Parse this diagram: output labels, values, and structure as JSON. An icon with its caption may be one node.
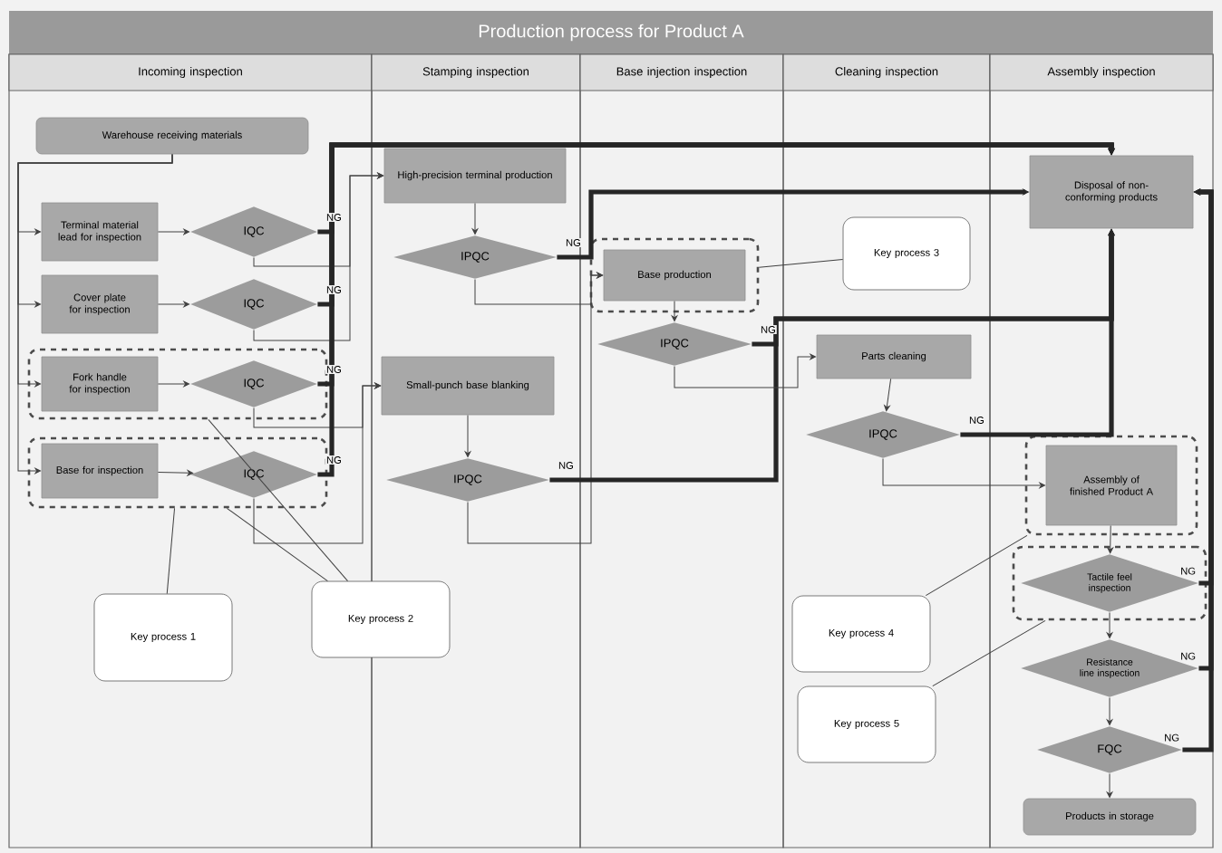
{
  "diagram": {
    "title": "Production process for Product A",
    "nodes": [
      {
        "text": [
          "Incoming inspection"
        ]
      },
      {
        "text": [
          "Stamping inspection"
        ]
      },
      {
        "text": [
          "Base injection inspection"
        ]
      },
      {
        "text": [
          "Cleaning inspection"
        ]
      },
      {
        "text": [
          "Assembly inspection"
        ]
      },
      {
        "text": [
          "Warehouse receiving materials"
        ],
        "in": 0
      },
      {
        "text": [
          "Terminal material lead for inspection"
        ],
        "in": 0
      },
      {
        "text": [
          "IQC"
        ],
        "in": 0
      },
      {
        "text": [
          "Cover plate for inspection"
        ],
        "in": 0
      },
      {
        "text": [
          "IQC"
        ],
        "in": 0
      },
      {
        "text": [
          "Fork handle for inspection"
        ],
        "in": 33
      },
      {
        "text": [
          "IQC"
        ],
        "in": 33
      },
      {
        "text": [
          "Base for inspection"
        ],
        "in": 34
      },
      {
        "text": [
          "IQC"
        ],
        "in": 34
      },
      {
        "text": [
          "High-precision terminal production"
        ],
        "in": 1
      },
      {
        "text": [
          "IPQC"
        ],
        "in": 1
      },
      {
        "text": [
          "Small-punch base blanking"
        ],
        "in": 1
      },
      {
        "text": [
          "IPQC"
        ],
        "in": 1
      },
      {
        "text": [
          "Base production"
        ],
        "in": 35
      },
      {
        "text": [
          "IPQC"
        ],
        "in": 2
      },
      {
        "text": [
          "Parts cleaning"
        ],
        "in": 3
      },
      {
        "text": [
          "IPQC"
        ],
        "in": 3
      },
      {
        "text": [
          "Disposal of non-conforming products"
        ],
        "in": 4
      },
      {
        "text": [
          "Assembly of finished Product A"
        ],
        "in": 36
      },
      {
        "text": [
          "Tactile feel inspection"
        ],
        "in": 37
      },
      {
        "text": [
          "Resistance line inspection"
        ],
        "in": 4
      },
      {
        "text": [
          "FQC"
        ],
        "in": 4
      },
      {
        "text": [
          "Products in storage"
        ],
        "in": 4
      },
      {
        "text": [
          "Key process 1"
        ],
        "in": 0
      },
      {
        "text": [
          "Key process 2"
        ]
      },
      {
        "text": [
          "Key process 3"
        ],
        "in": 3
      },
      {
        "text": [
          "Key process 4"
        ],
        "in": 3
      },
      {
        "text": [
          "Key process 5"
        ],
        "in": 3
      },
      {
        "text": [],
        "shape": "box",
        "in": 0
      },
      {
        "text": [],
        "shape": "box",
        "in": 0
      },
      {
        "text": [],
        "shape": "box",
        "in": 2
      },
      {
        "text": [],
        "shape": "box",
        "in": 4
      },
      {
        "text": [],
        "shape": "box",
        "in": 4
      }
    ],
    "edges": [
      {
        "from": 5,
        "to": 6,
        "arrow": "to"
      },
      {
        "from": 5,
        "to": 8,
        "arrow": "to"
      },
      {
        "from": 5,
        "to": 10,
        "arrow": "to"
      },
      {
        "from": 5,
        "to": 12,
        "arrow": "to"
      },
      {
        "from": 6,
        "to": 7,
        "arrow": "to"
      },
      {
        "from": 8,
        "to": 9,
        "arrow": "to"
      },
      {
        "from": 10,
        "to": 11,
        "arrow": "to"
      },
      {
        "from": 12,
        "to": 13,
        "arrow": "to"
      },
      {
        "from": 7,
        "to": 14,
        "arrow": "to"
      },
      {
        "from": 9,
        "to": 14,
        "arrow": "to"
      },
      {
        "from": 11,
        "to": 16,
        "arrow": "to"
      },
      {
        "from": 13,
        "to": 16,
        "arrow": "to"
      },
      {
        "from": 7,
        "to": 22,
        "arrow": "to",
        "label": "NG",
        "style": "thick"
      },
      {
        "from": 9,
        "to": 22,
        "arrow": "to",
        "label": "NG",
        "style": "thick"
      },
      {
        "from": 11,
        "to": 22,
        "arrow": "to",
        "label": "NG",
        "style": "thick"
      },
      {
        "from": 13,
        "to": 22,
        "arrow": "to",
        "label": "NG",
        "style": "thick"
      },
      {
        "from": 14,
        "to": 15,
        "arrow": "to"
      },
      {
        "from": 15,
        "to": 18,
        "arrow": "to"
      },
      {
        "from": 15,
        "to": 22,
        "arrow": "to",
        "label": "NG",
        "style": "thick"
      },
      {
        "from": 16,
        "to": 17,
        "arrow": "to"
      },
      {
        "from": 17,
        "to": 18,
        "arrow": "to"
      },
      {
        "from": 17,
        "to": 22,
        "arrow": "to",
        "label": "NG",
        "style": "thick"
      },
      {
        "from": 18,
        "to": 19,
        "arrow": "to"
      },
      {
        "from": 19,
        "to": 22,
        "arrow": "to",
        "label": "NG",
        "style": "thick"
      },
      {
        "from": 19,
        "to": 20,
        "arrow": "to"
      },
      {
        "from": 20,
        "to": 21,
        "arrow": "to"
      },
      {
        "from": 21,
        "to": 22,
        "arrow": "to",
        "label": "NG",
        "style": "thick"
      },
      {
        "from": 21,
        "to": 23,
        "arrow": "to"
      },
      {
        "from": 23,
        "to": 24,
        "arrow": "to"
      },
      {
        "from": 24,
        "to": 25,
        "arrow": "to"
      },
      {
        "from": 25,
        "to": 26,
        "arrow": "to"
      },
      {
        "from": 26,
        "to": 27,
        "arrow": "to"
      },
      {
        "from": 24,
        "to": 22,
        "arrow": "to",
        "label": "NG",
        "style": "thick"
      },
      {
        "from": 25,
        "to": 22,
        "arrow": "to",
        "label": "NG",
        "style": "thick"
      },
      {
        "from": 26,
        "to": 22,
        "arrow": "to",
        "label": "NG",
        "style": "thick"
      },
      {
        "from": 28,
        "to": 34,
        "arrow": "none"
      },
      {
        "from": 29,
        "to": 33,
        "arrow": "none"
      },
      {
        "from": 29,
        "to": 34,
        "arrow": "none"
      },
      {
        "from": 30,
        "to": 35,
        "arrow": "none"
      },
      {
        "from": 31,
        "to": 36,
        "arrow": "none"
      },
      {
        "from": 32,
        "to": 37,
        "arrow": "none"
      }
    ]
  }
}
